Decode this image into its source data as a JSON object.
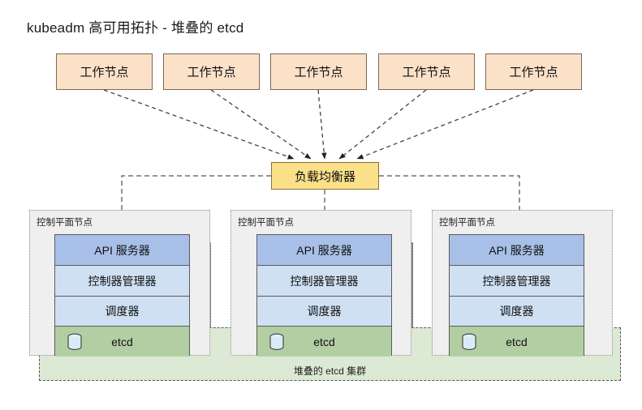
{
  "title": "kubeadm 高可用拓扑 - 堆叠的 etcd",
  "workers": [
    {
      "label": "工作节点"
    },
    {
      "label": "工作节点"
    },
    {
      "label": "工作节点"
    },
    {
      "label": "工作节点"
    },
    {
      "label": "工作节点"
    }
  ],
  "load_balancer": {
    "label": "负载均衡器"
  },
  "control_planes": [
    {
      "panel_label": "控制平面节点",
      "api_server": "API 服务器",
      "controller_manager": "控制器管理器",
      "scheduler": "调度器",
      "etcd": "etcd",
      "etcd_icon": "database-cylinder-icon"
    },
    {
      "panel_label": "控制平面节点",
      "api_server": "API 服务器",
      "controller_manager": "控制器管理器",
      "scheduler": "调度器",
      "etcd": "etcd",
      "etcd_icon": "database-cylinder-icon"
    },
    {
      "panel_label": "控制平面节点",
      "api_server": "API 服务器",
      "controller_manager": "控制器管理器",
      "scheduler": "调度器",
      "etcd": "etcd",
      "etcd_icon": "database-cylinder-icon"
    }
  ],
  "etcd_cluster": {
    "label": "堆叠的 etcd 集群"
  },
  "colors": {
    "worker_fill": "#fae1c8",
    "worker_border": "#7a6a50",
    "lb_fill": "#fbe08a",
    "lb_border": "#8a7230",
    "api_fill": "#a8c0e8",
    "component_fill": "#cfe0f3",
    "etcd_fill": "#b2cfa4",
    "cluster_fill": "#dce9d5",
    "panel_fill": "#efefef",
    "panel_border": "#8a8a8a",
    "line": "#4a4a4a"
  }
}
